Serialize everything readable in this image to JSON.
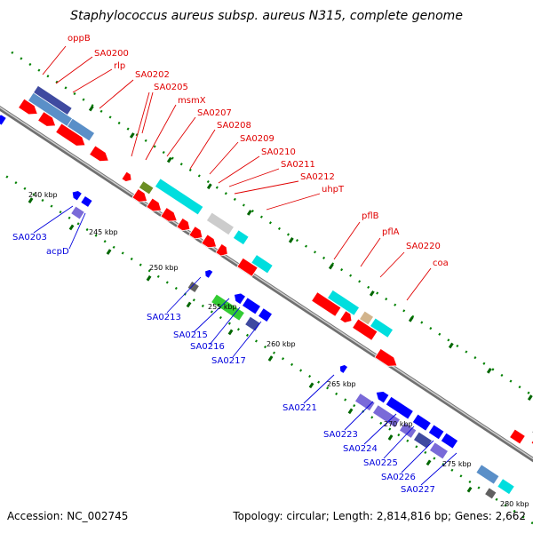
{
  "title": "Staphylococcus aureus subsp. aureus N315, complete genome",
  "footer": {
    "accession": "Accession: NC_002745",
    "topology": "Topology: circular; Length: 2,814,816 bp; Genes: 2,662"
  },
  "colors": {
    "forward_cds": "#ff0000",
    "reverse_cds": "#0000ff",
    "backbone": "#8c8c8c",
    "tick": "#008000",
    "red_label": "#e00000",
    "blue_label": "#0000dd"
  },
  "kbp_ticks": [
    "240 kbp",
    "245 kbp",
    "250 kbp",
    "255 kbp",
    "260 kbp",
    "265 kbp",
    "270 kbp",
    "275 kbp",
    "280 kbp"
  ],
  "forward_labels": [
    "oppB",
    "SA0200",
    "rlp",
    "SA0202",
    "SA0205",
    "msmX",
    "SA0207",
    "SA0208",
    "SA0209",
    "SA0210",
    "SA0211",
    "SA0212",
    "uhpT",
    "pflB",
    "pflA",
    "SA0220",
    "coa"
  ],
  "reverse_labels": [
    "SA0203",
    "acpD",
    "SA0213",
    "SA0215",
    "SA0216",
    "SA0217",
    "SA0221",
    "SA0223",
    "SA0224",
    "SA0225",
    "SA0226",
    "SA0227"
  ]
}
